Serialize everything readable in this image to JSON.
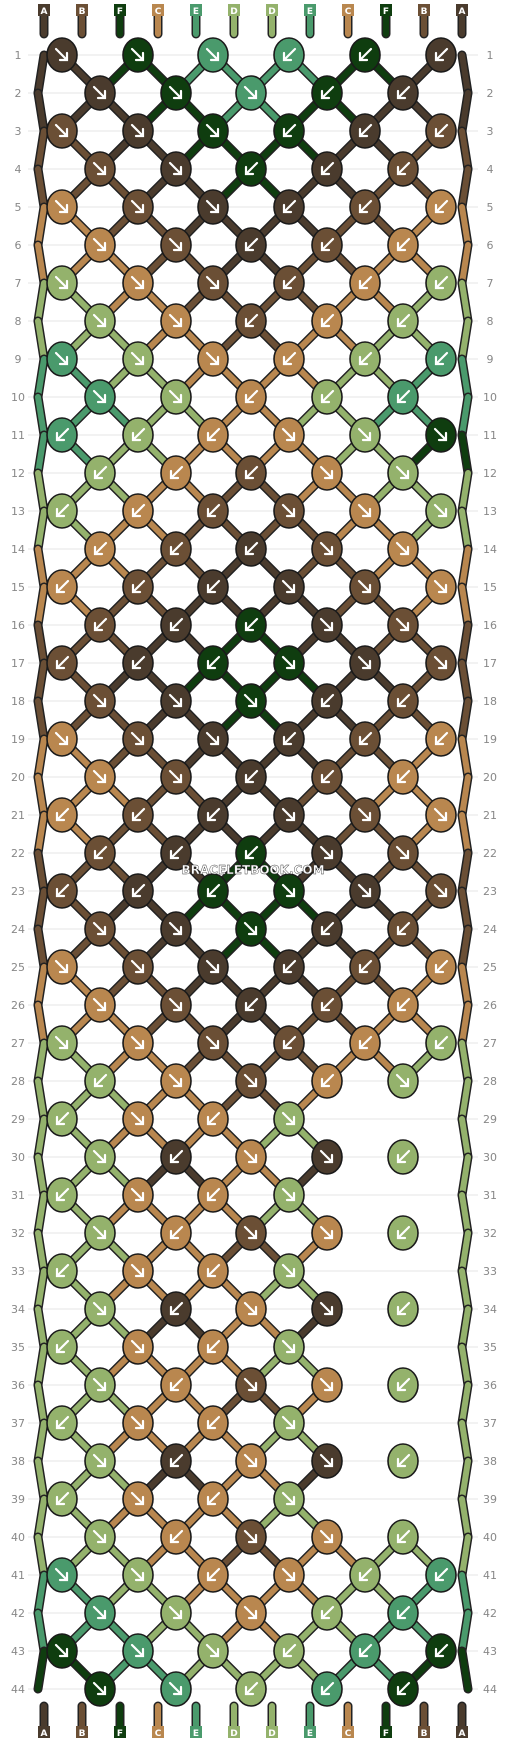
{
  "watermark": "BRACELETBOOK.COM",
  "colors": {
    "A": "#4a3b2d",
    "B": "#6b4f35",
    "C": "#b9874f",
    "D": "#94b26c",
    "E": "#4a9a6c",
    "F": "#0f3d0f"
  },
  "top_labels": [
    "A",
    "B",
    "F",
    "C",
    "E",
    "D",
    "D",
    "E",
    "C",
    "F",
    "B",
    "A"
  ],
  "bottom_labels": [
    "A",
    "B",
    "F",
    "C",
    "E",
    "D",
    "D",
    "E",
    "C",
    "F",
    "B",
    "A"
  ],
  "row_numbers": [
    "1",
    "2",
    "3",
    "4",
    "5",
    "6",
    "7",
    "8",
    "9",
    "10",
    "11",
    "12",
    "13",
    "14",
    "15",
    "16",
    "17",
    "18",
    "19",
    "20",
    "21",
    "22",
    "23",
    "24",
    "25",
    "26",
    "27",
    "28",
    "29",
    "30",
    "31",
    "32",
    "33",
    "34",
    "35",
    "36",
    "37",
    "38",
    "39",
    "40",
    "41",
    "42",
    "43",
    "44"
  ],
  "knot_rows": [
    {
      "row": "1",
      "knots": [
        [
          "A",
          "dr"
        ],
        [
          "F",
          "dr"
        ],
        [
          "E",
          "dr"
        ],
        [
          "E",
          "dl"
        ],
        [
          "F",
          "dl"
        ],
        [
          "A",
          "dl"
        ]
      ]
    },
    {
      "row": "2",
      "knots": [
        [
          "A",
          "dr"
        ],
        [
          "F",
          "dr"
        ],
        [
          "E",
          "dr"
        ],
        [
          "F",
          "dl"
        ],
        [
          "A",
          "dl"
        ]
      ]
    },
    {
      "row": "3",
      "knots": [
        [
          "B",
          "dr"
        ],
        [
          "A",
          "dr"
        ],
        [
          "F",
          "dr"
        ],
        [
          "F",
          "dl"
        ],
        [
          "A",
          "dl"
        ],
        [
          "B",
          "dl"
        ]
      ]
    },
    {
      "row": "4",
      "knots": [
        [
          "B",
          "dr"
        ],
        [
          "A",
          "dr"
        ],
        [
          "F",
          "dl"
        ],
        [
          "A",
          "dl"
        ],
        [
          "B",
          "dl"
        ]
      ]
    },
    {
      "row": "5",
      "knots": [
        [
          "C",
          "dr"
        ],
        [
          "B",
          "dr"
        ],
        [
          "A",
          "dr"
        ],
        [
          "A",
          "dl"
        ],
        [
          "B",
          "dl"
        ],
        [
          "C",
          "dl"
        ]
      ]
    },
    {
      "row": "6",
      "knots": [
        [
          "C",
          "dr"
        ],
        [
          "B",
          "dr"
        ],
        [
          "A",
          "dl"
        ],
        [
          "B",
          "dl"
        ],
        [
          "C",
          "dl"
        ]
      ]
    },
    {
      "row": "7",
      "knots": [
        [
          "D",
          "dr"
        ],
        [
          "C",
          "dr"
        ],
        [
          "B",
          "dr"
        ],
        [
          "B",
          "dl"
        ],
        [
          "C",
          "dl"
        ],
        [
          "D",
          "dl"
        ]
      ]
    },
    {
      "row": "8",
      "knots": [
        [
          "D",
          "dr"
        ],
        [
          "C",
          "dr"
        ],
        [
          "B",
          "dl"
        ],
        [
          "C",
          "dl"
        ],
        [
          "D",
          "dl"
        ]
      ]
    },
    {
      "row": "9",
      "knots": [
        [
          "E",
          "dr"
        ],
        [
          "D",
          "dr"
        ],
        [
          "C",
          "dr"
        ],
        [
          "C",
          "dl"
        ],
        [
          "D",
          "dl"
        ],
        [
          "E",
          "dl"
        ]
      ]
    },
    {
      "row": "10",
      "knots": [
        [
          "E",
          "dr"
        ],
        [
          "D",
          "dr"
        ],
        [
          "C",
          "dl"
        ],
        [
          "D",
          "dl"
        ],
        [
          "E",
          "dl"
        ]
      ]
    },
    {
      "row": "11",
      "knots": [
        [
          "E",
          "dl"
        ],
        [
          "D",
          "dl"
        ],
        [
          "C",
          "dl"
        ],
        [
          "C",
          "dr"
        ],
        [
          "D",
          "dr"
        ],
        [
          "F",
          "dr"
        ]
      ]
    },
    {
      "row": "12",
      "knots": [
        [
          "D",
          "dl"
        ],
        [
          "C",
          "dl"
        ],
        [
          "B",
          "dl"
        ],
        [
          "C",
          "dr"
        ],
        [
          "D",
          "dr"
        ]
      ]
    },
    {
      "row": "13",
      "knots": [
        [
          "D",
          "dl"
        ],
        [
          "C",
          "dl"
        ],
        [
          "B",
          "dl"
        ],
        [
          "B",
          "dr"
        ],
        [
          "C",
          "dr"
        ],
        [
          "D",
          "dr"
        ]
      ]
    },
    {
      "row": "14",
      "knots": [
        [
          "C",
          "dl"
        ],
        [
          "B",
          "dl"
        ],
        [
          "A",
          "dl"
        ],
        [
          "B",
          "dr"
        ],
        [
          "C",
          "dr"
        ]
      ]
    },
    {
      "row": "15",
      "knots": [
        [
          "C",
          "dl"
        ],
        [
          "B",
          "dl"
        ],
        [
          "A",
          "dl"
        ],
        [
          "A",
          "dr"
        ],
        [
          "B",
          "dr"
        ],
        [
          "C",
          "dr"
        ]
      ]
    },
    {
      "row": "16",
      "knots": [
        [
          "B",
          "dl"
        ],
        [
          "A",
          "dl"
        ],
        [
          "F",
          "dl"
        ],
        [
          "A",
          "dr"
        ],
        [
          "B",
          "dr"
        ]
      ]
    },
    {
      "row": "17",
      "knots": [
        [
          "B",
          "dl"
        ],
        [
          "A",
          "dl"
        ],
        [
          "F",
          "dl"
        ],
        [
          "F",
          "dr"
        ],
        [
          "A",
          "dr"
        ],
        [
          "B",
          "dr"
        ]
      ]
    },
    {
      "row": "18",
      "knots": [
        [
          "B",
          "dr"
        ],
        [
          "A",
          "dr"
        ],
        [
          "F",
          "dr"
        ],
        [
          "A",
          "dl"
        ],
        [
          "B",
          "dl"
        ]
      ]
    },
    {
      "row": "19",
      "knots": [
        [
          "C",
          "dr"
        ],
        [
          "B",
          "dr"
        ],
        [
          "A",
          "dr"
        ],
        [
          "A",
          "dl"
        ],
        [
          "B",
          "dl"
        ],
        [
          "C",
          "dl"
        ]
      ]
    },
    {
      "row": "20",
      "knots": [
        [
          "C",
          "dr"
        ],
        [
          "B",
          "dr"
        ],
        [
          "A",
          "dl"
        ],
        [
          "B",
          "dl"
        ],
        [
          "C",
          "dl"
        ]
      ]
    },
    {
      "row": "21",
      "knots": [
        [
          "C",
          "dl"
        ],
        [
          "B",
          "dl"
        ],
        [
          "A",
          "dl"
        ],
        [
          "A",
          "dr"
        ],
        [
          "B",
          "dr"
        ],
        [
          "C",
          "dr"
        ]
      ]
    },
    {
      "row": "22",
      "knots": [
        [
          "B",
          "dl"
        ],
        [
          "A",
          "dl"
        ],
        [
          "F",
          "dl"
        ],
        [
          "A",
          "dr"
        ],
        [
          "B",
          "dr"
        ]
      ]
    },
    {
      "row": "23",
      "knots": [
        [
          "B",
          "dl"
        ],
        [
          "A",
          "dl"
        ],
        [
          "F",
          "dl"
        ],
        [
          "F",
          "dr"
        ],
        [
          "A",
          "dr"
        ],
        [
          "B",
          "dr"
        ]
      ]
    },
    {
      "row": "24",
      "knots": [
        [
          "B",
          "dr"
        ],
        [
          "A",
          "dr"
        ],
        [
          "F",
          "dr"
        ],
        [
          "A",
          "dl"
        ],
        [
          "B",
          "dl"
        ]
      ]
    },
    {
      "row": "25",
      "knots": [
        [
          "C",
          "dr"
        ],
        [
          "B",
          "dr"
        ],
        [
          "A",
          "dr"
        ],
        [
          "A",
          "dl"
        ],
        [
          "B",
          "dl"
        ],
        [
          "C",
          "dl"
        ]
      ]
    },
    {
      "row": "26",
      "knots": [
        [
          "C",
          "dr"
        ],
        [
          "B",
          "dr"
        ],
        [
          "A",
          "dl"
        ],
        [
          "B",
          "dl"
        ],
        [
          "C",
          "dl"
        ]
      ]
    },
    {
      "row": "27",
      "knots": [
        [
          "D",
          "dr"
        ],
        [
          "C",
          "dr"
        ],
        [
          "B",
          "dr"
        ],
        [
          "B",
          "dl"
        ],
        [
          "C",
          "dl"
        ],
        [
          "D",
          "dl"
        ]
      ]
    },
    {
      "row": "28",
      "knots": [
        [
          "D",
          "dl"
        ],
        [
          "C",
          "dr"
        ],
        [
          "B",
          "dr"
        ],
        [
          "C",
          "dl"
        ],
        [
          "D",
          "dr"
        ]
      ]
    },
    {
      "row": "29",
      "knots": [
        [
          "D",
          "dl"
        ],
        [
          "C",
          "dr"
        ],
        [
          "C",
          "dl"
        ],
        [
          "D",
          "dr"
        ]
      ]
    },
    {
      "row": "30",
      "knots": [
        [
          "D",
          "dr"
        ],
        [
          "A",
          "dl"
        ],
        [
          "C",
          "dr"
        ],
        [
          "A",
          "dr"
        ],
        [
          "D",
          "dl"
        ]
      ]
    },
    {
      "row": "31",
      "knots": [
        [
          "D",
          "dl"
        ],
        [
          "C",
          "dr"
        ],
        [
          "C",
          "dl"
        ],
        [
          "D",
          "dr"
        ]
      ]
    },
    {
      "row": "32",
      "knots": [
        [
          "D",
          "dr"
        ],
        [
          "C",
          "dl"
        ],
        [
          "B",
          "dr"
        ],
        [
          "C",
          "dr"
        ],
        [
          "D",
          "dl"
        ]
      ]
    },
    {
      "row": "33",
      "knots": [
        [
          "D",
          "dl"
        ],
        [
          "C",
          "dr"
        ],
        [
          "C",
          "dl"
        ],
        [
          "D",
          "dr"
        ]
      ]
    },
    {
      "row": "34",
      "knots": [
        [
          "D",
          "dr"
        ],
        [
          "A",
          "dl"
        ],
        [
          "C",
          "dr"
        ],
        [
          "A",
          "dr"
        ],
        [
          "D",
          "dl"
        ]
      ]
    },
    {
      "row": "35",
      "knots": [
        [
          "D",
          "dl"
        ],
        [
          "C",
          "dr"
        ],
        [
          "C",
          "dl"
        ],
        [
          "D",
          "dr"
        ]
      ]
    },
    {
      "row": "36",
      "knots": [
        [
          "D",
          "dr"
        ],
        [
          "C",
          "dl"
        ],
        [
          "B",
          "dr"
        ],
        [
          "C",
          "dr"
        ],
        [
          "D",
          "dl"
        ]
      ]
    },
    {
      "row": "37",
      "knots": [
        [
          "D",
          "dl"
        ],
        [
          "C",
          "dr"
        ],
        [
          "C",
          "dl"
        ],
        [
          "D",
          "dr"
        ]
      ]
    },
    {
      "row": "38",
      "knots": [
        [
          "D",
          "dr"
        ],
        [
          "A",
          "dl"
        ],
        [
          "C",
          "dr"
        ],
        [
          "A",
          "dr"
        ],
        [
          "D",
          "dl"
        ]
      ]
    },
    {
      "row": "39",
      "knots": [
        [
          "D",
          "dl"
        ],
        [
          "C",
          "dr"
        ],
        [
          "C",
          "dl"
        ],
        [
          "D",
          "dr"
        ]
      ]
    },
    {
      "row": "40",
      "knots": [
        [
          "D",
          "dr"
        ],
        [
          "C",
          "dl"
        ],
        [
          "B",
          "dr"
        ],
        [
          "C",
          "dr"
        ],
        [
          "D",
          "dl"
        ]
      ]
    },
    {
      "row": "41",
      "knots": [
        [
          "E",
          "dr"
        ],
        [
          "D",
          "dr"
        ],
        [
          "C",
          "dl"
        ],
        [
          "C",
          "dr"
        ],
        [
          "D",
          "dl"
        ],
        [
          "E",
          "dl"
        ]
      ]
    },
    {
      "row": "42",
      "knots": [
        [
          "E",
          "dr"
        ],
        [
          "D",
          "dr"
        ],
        [
          "C",
          "dr"
        ],
        [
          "D",
          "dl"
        ],
        [
          "E",
          "dl"
        ]
      ]
    },
    {
      "row": "43",
      "knots": [
        [
          "F",
          "dr"
        ],
        [
          "E",
          "dr"
        ],
        [
          "D",
          "dr"
        ],
        [
          "D",
          "dl"
        ],
        [
          "E",
          "dl"
        ],
        [
          "F",
          "dl"
        ]
      ]
    },
    {
      "row": "44",
      "knots": [
        [
          "F",
          "dr"
        ],
        [
          "E",
          "dr"
        ],
        [
          "D",
          "dl"
        ],
        [
          "E",
          "dl"
        ],
        [
          "F",
          "dl"
        ]
      ]
    }
  ]
}
